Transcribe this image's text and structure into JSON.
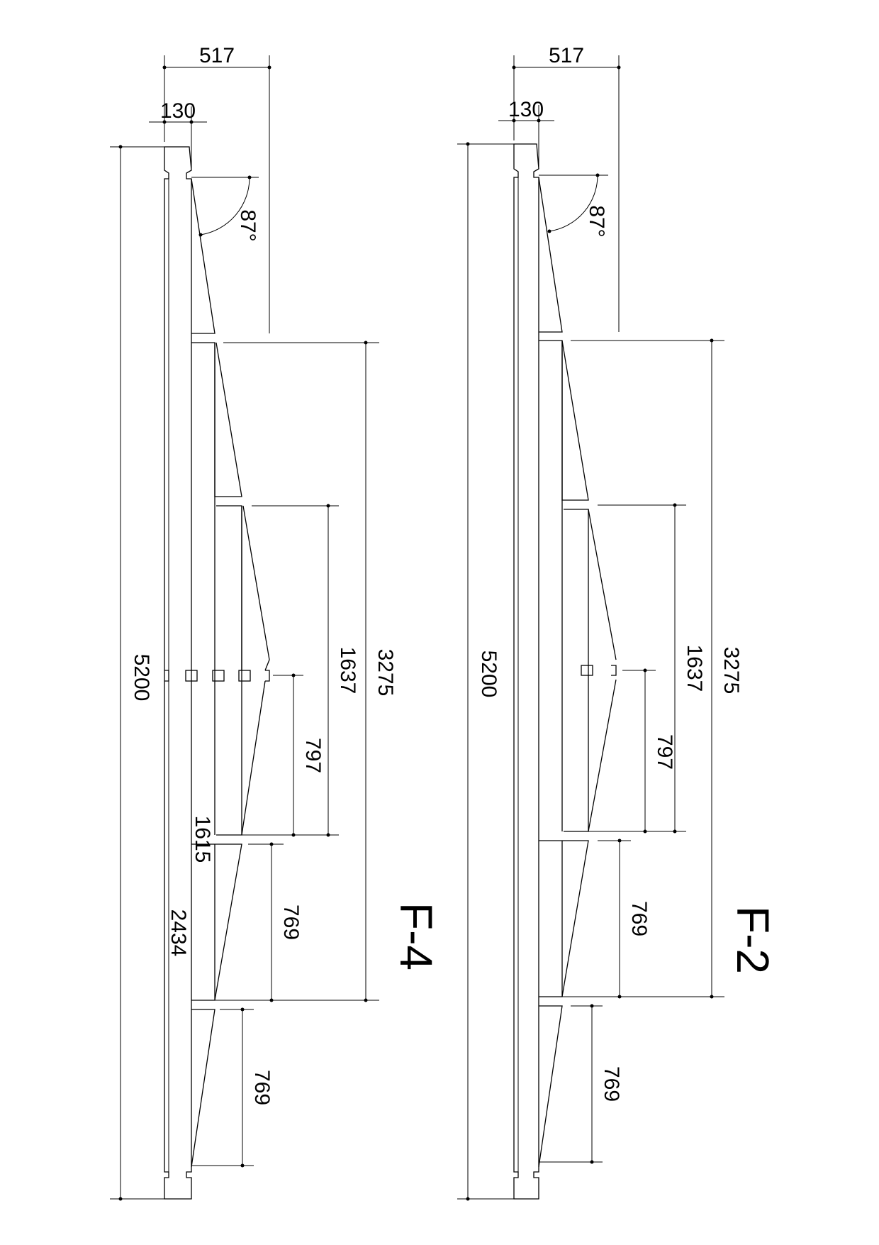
{
  "drawings": [
    {
      "title": "F-4",
      "dims": {
        "top_width": "517",
        "flange_width": "130",
        "angle": "87°",
        "total_height": "5200",
        "span_a": "3275",
        "span_b": "1637",
        "span_c": "797",
        "lower_a": "769",
        "lower_b": "769",
        "inner_a": "1615",
        "inner_b": "2434"
      }
    },
    {
      "title": "F-2",
      "dims": {
        "top_width": "517",
        "flange_width": "130",
        "angle": "87°",
        "total_height": "5200",
        "span_a": "3275",
        "span_b": "1637",
        "span_c": "797",
        "lower_a": "769",
        "lower_b": "769"
      }
    }
  ]
}
